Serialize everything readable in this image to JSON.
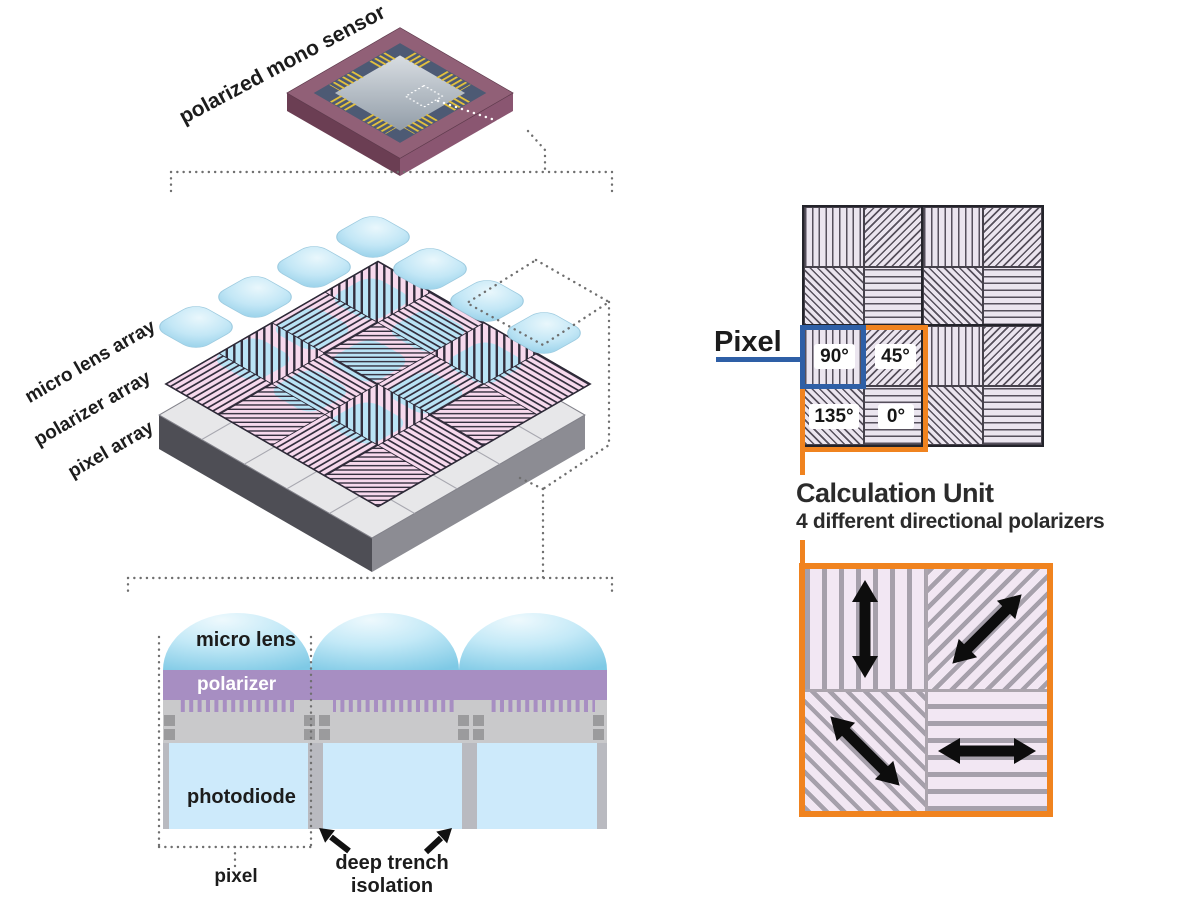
{
  "left_panel": {
    "sensor_label": "polarized mono sensor",
    "layer_labels": {
      "micro_lens": "micro lens array",
      "polarizer": "polarizer array",
      "pixel": "pixel array"
    },
    "cross_section_labels": {
      "micro_lens": "micro lens",
      "polarizer": "polarizer",
      "photodiode": "photodiode",
      "pixel": "pixel",
      "deep_trench_line1": "deep trench",
      "deep_trench_line2": "isolation"
    }
  },
  "right_panel": {
    "pixel_label": "Pixel",
    "angle_labels": {
      "a90": "90°",
      "a45": "45°",
      "a135": "135°",
      "a0": "0°"
    },
    "calculation_unit_title": "Calculation Unit",
    "calculation_unit_subtitle": "4 different directional polarizers",
    "mosaic": {
      "rows": 4,
      "cols": 4,
      "pattern": [
        [
          "90",
          "45",
          "90",
          "45"
        ],
        [
          "135",
          "0",
          "135",
          "0"
        ],
        [
          "90",
          "45",
          "90",
          "45"
        ],
        [
          "135",
          "0",
          "135",
          "0"
        ]
      ],
      "calculation_unit_angles": [
        "90",
        "45",
        "135",
        "0"
      ]
    },
    "unit_arrow_directions": [
      "vertical",
      "diagonal-ne",
      "diagonal-nw",
      "horizontal"
    ]
  },
  "colors": {
    "accent_orange": "#f0831f",
    "accent_blue": "#2e5fa6",
    "polarizer_purple": "#a78ec2",
    "lens_blue": "#c3e7f6",
    "photodiode_blue": "#cdeafb",
    "mosaic_stripe": "#56505c",
    "unit_stripe": "#a6a0ab",
    "package_mauve": "#916077"
  }
}
